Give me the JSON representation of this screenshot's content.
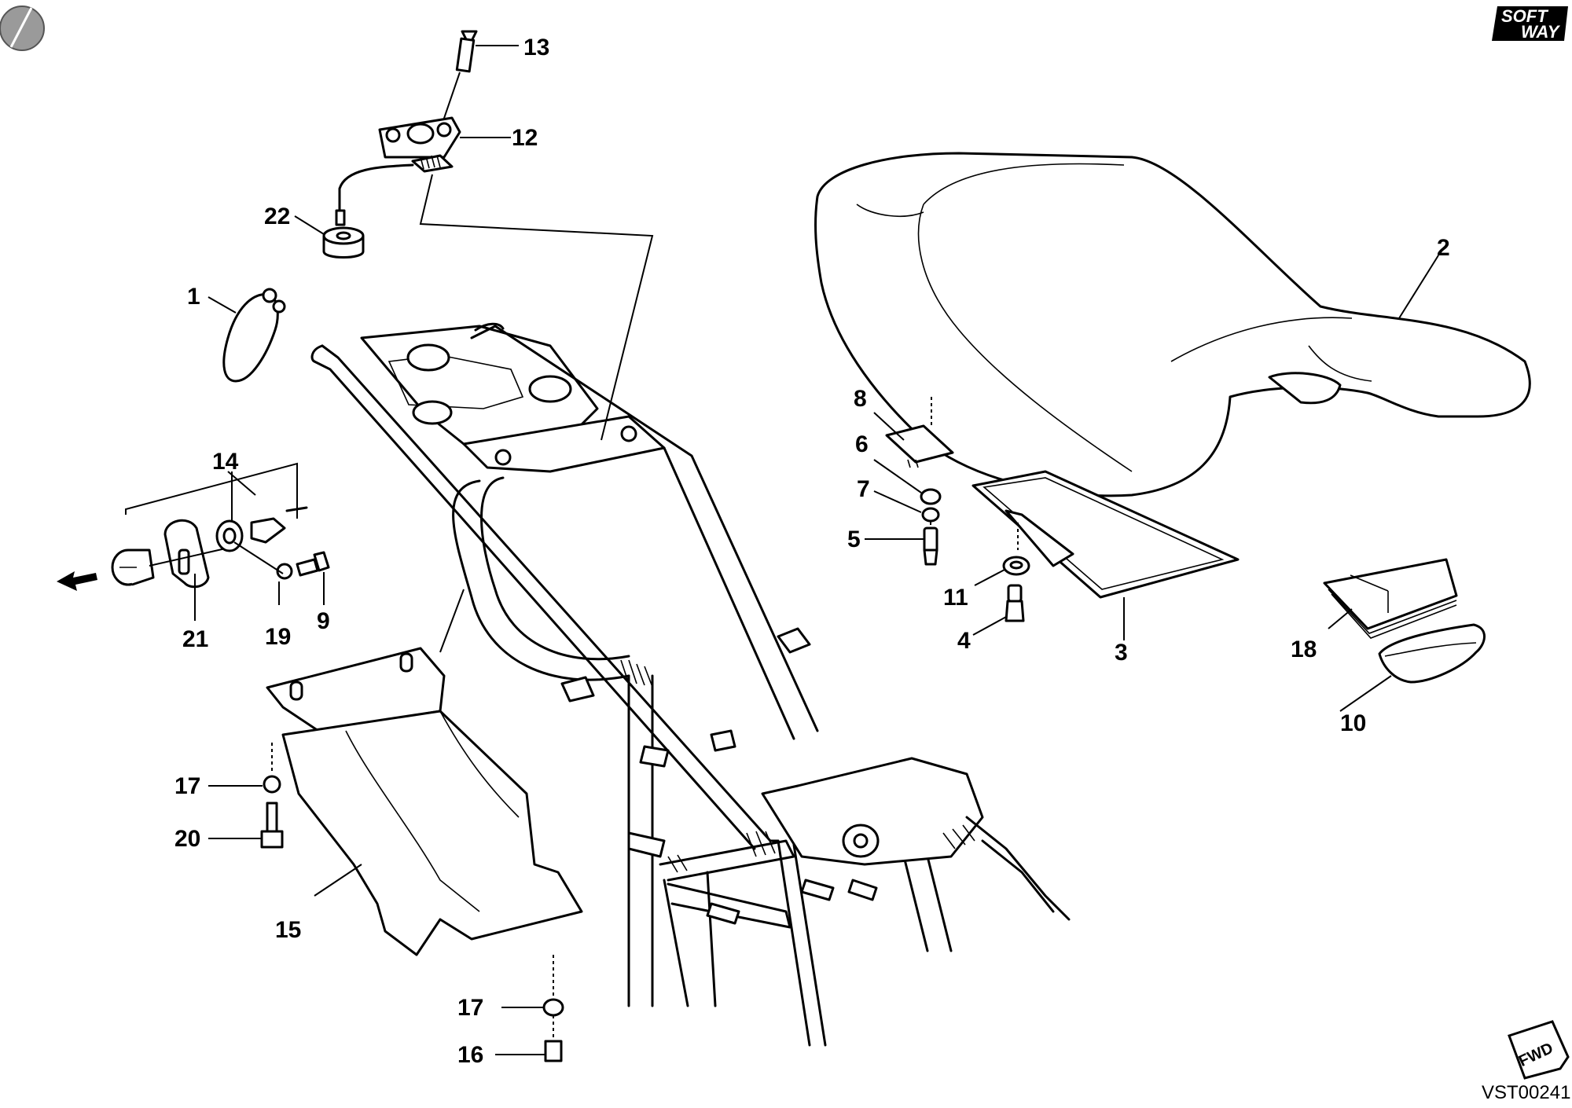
{
  "drawing_code": "VST00241",
  "brand_logo": {
    "line1": "SOFT",
    "line2": "WAY"
  },
  "fwd_label": "FWD",
  "parts": [
    {
      "id": "p1",
      "label": "1"
    },
    {
      "id": "p2",
      "label": "2"
    },
    {
      "id": "p3",
      "label": "3"
    },
    {
      "id": "p4",
      "label": "4"
    },
    {
      "id": "p5",
      "label": "5"
    },
    {
      "id": "p6",
      "label": "6"
    },
    {
      "id": "p7",
      "label": "7"
    },
    {
      "id": "p8",
      "label": "8"
    },
    {
      "id": "p9",
      "label": "9"
    },
    {
      "id": "p10",
      "label": "10"
    },
    {
      "id": "p11",
      "label": "11"
    },
    {
      "id": "p12",
      "label": "12"
    },
    {
      "id": "p13",
      "label": "13"
    },
    {
      "id": "p14",
      "label": "14"
    },
    {
      "id": "p15",
      "label": "15"
    },
    {
      "id": "p16",
      "label": "16"
    },
    {
      "id": "p17a",
      "label": "17"
    },
    {
      "id": "p17b",
      "label": "17"
    },
    {
      "id": "p18",
      "label": "18"
    },
    {
      "id": "p19",
      "label": "19"
    },
    {
      "id": "p20",
      "label": "20"
    },
    {
      "id": "p21",
      "label": "21"
    },
    {
      "id": "p22",
      "label": "22"
    }
  ]
}
